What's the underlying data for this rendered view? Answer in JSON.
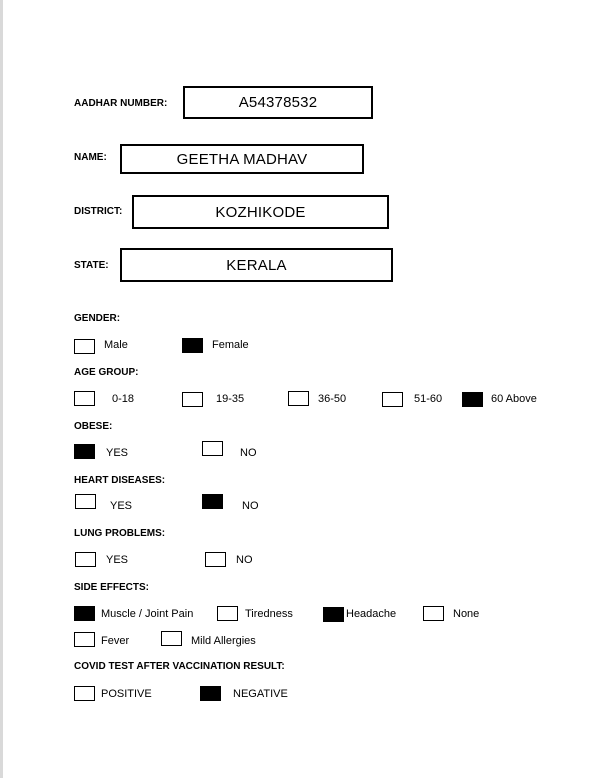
{
  "fields": {
    "aadhar_label": "AADHAR NUMBER:",
    "aadhar_value": "A54378532",
    "name_label": "NAME:",
    "name_value": "GEETHA MADHAV",
    "district_label": "DISTRICT:",
    "district_value": "KOZHIKODE",
    "state_label": "STATE:",
    "state_value": "KERALA"
  },
  "sections": {
    "gender": {
      "title": "GENDER:",
      "options": [
        {
          "label": "Male",
          "checked": false
        },
        {
          "label": "Female",
          "checked": true
        }
      ]
    },
    "age_group": {
      "title": "AGE GROUP:",
      "options": [
        {
          "label": "0-18",
          "checked": false
        },
        {
          "label": "19-35",
          "checked": false
        },
        {
          "label": "36-50",
          "checked": false
        },
        {
          "label": "51-60",
          "checked": false
        },
        {
          "label": "60 Above",
          "checked": true
        }
      ]
    },
    "obese": {
      "title": "OBESE:",
      "options": [
        {
          "label": "YES",
          "checked": true
        },
        {
          "label": "NO",
          "checked": false
        }
      ]
    },
    "heart": {
      "title": "HEART DISEASES:",
      "options": [
        {
          "label": "YES",
          "checked": false
        },
        {
          "label": "NO",
          "checked": true
        }
      ]
    },
    "lung": {
      "title": "LUNG PROBLEMS:",
      "options": [
        {
          "label": "YES",
          "checked": false
        },
        {
          "label": "NO",
          "checked": false
        }
      ]
    },
    "side_effects": {
      "title": "SIDE EFFECTS:",
      "options": [
        {
          "label": "Muscle / Joint Pain",
          "checked": true
        },
        {
          "label": "Tiredness",
          "checked": false
        },
        {
          "label": "Headache",
          "checked": true
        },
        {
          "label": "None",
          "checked": false
        },
        {
          "label": "Fever",
          "checked": false
        },
        {
          "label": "Mild Allergies",
          "checked": false
        }
      ]
    },
    "covid": {
      "title": "COVID TEST AFTER VACCINATION RESULT:",
      "options": [
        {
          "label": "POSITIVE",
          "checked": false
        },
        {
          "label": "NEGATIVE",
          "checked": true
        }
      ]
    }
  }
}
